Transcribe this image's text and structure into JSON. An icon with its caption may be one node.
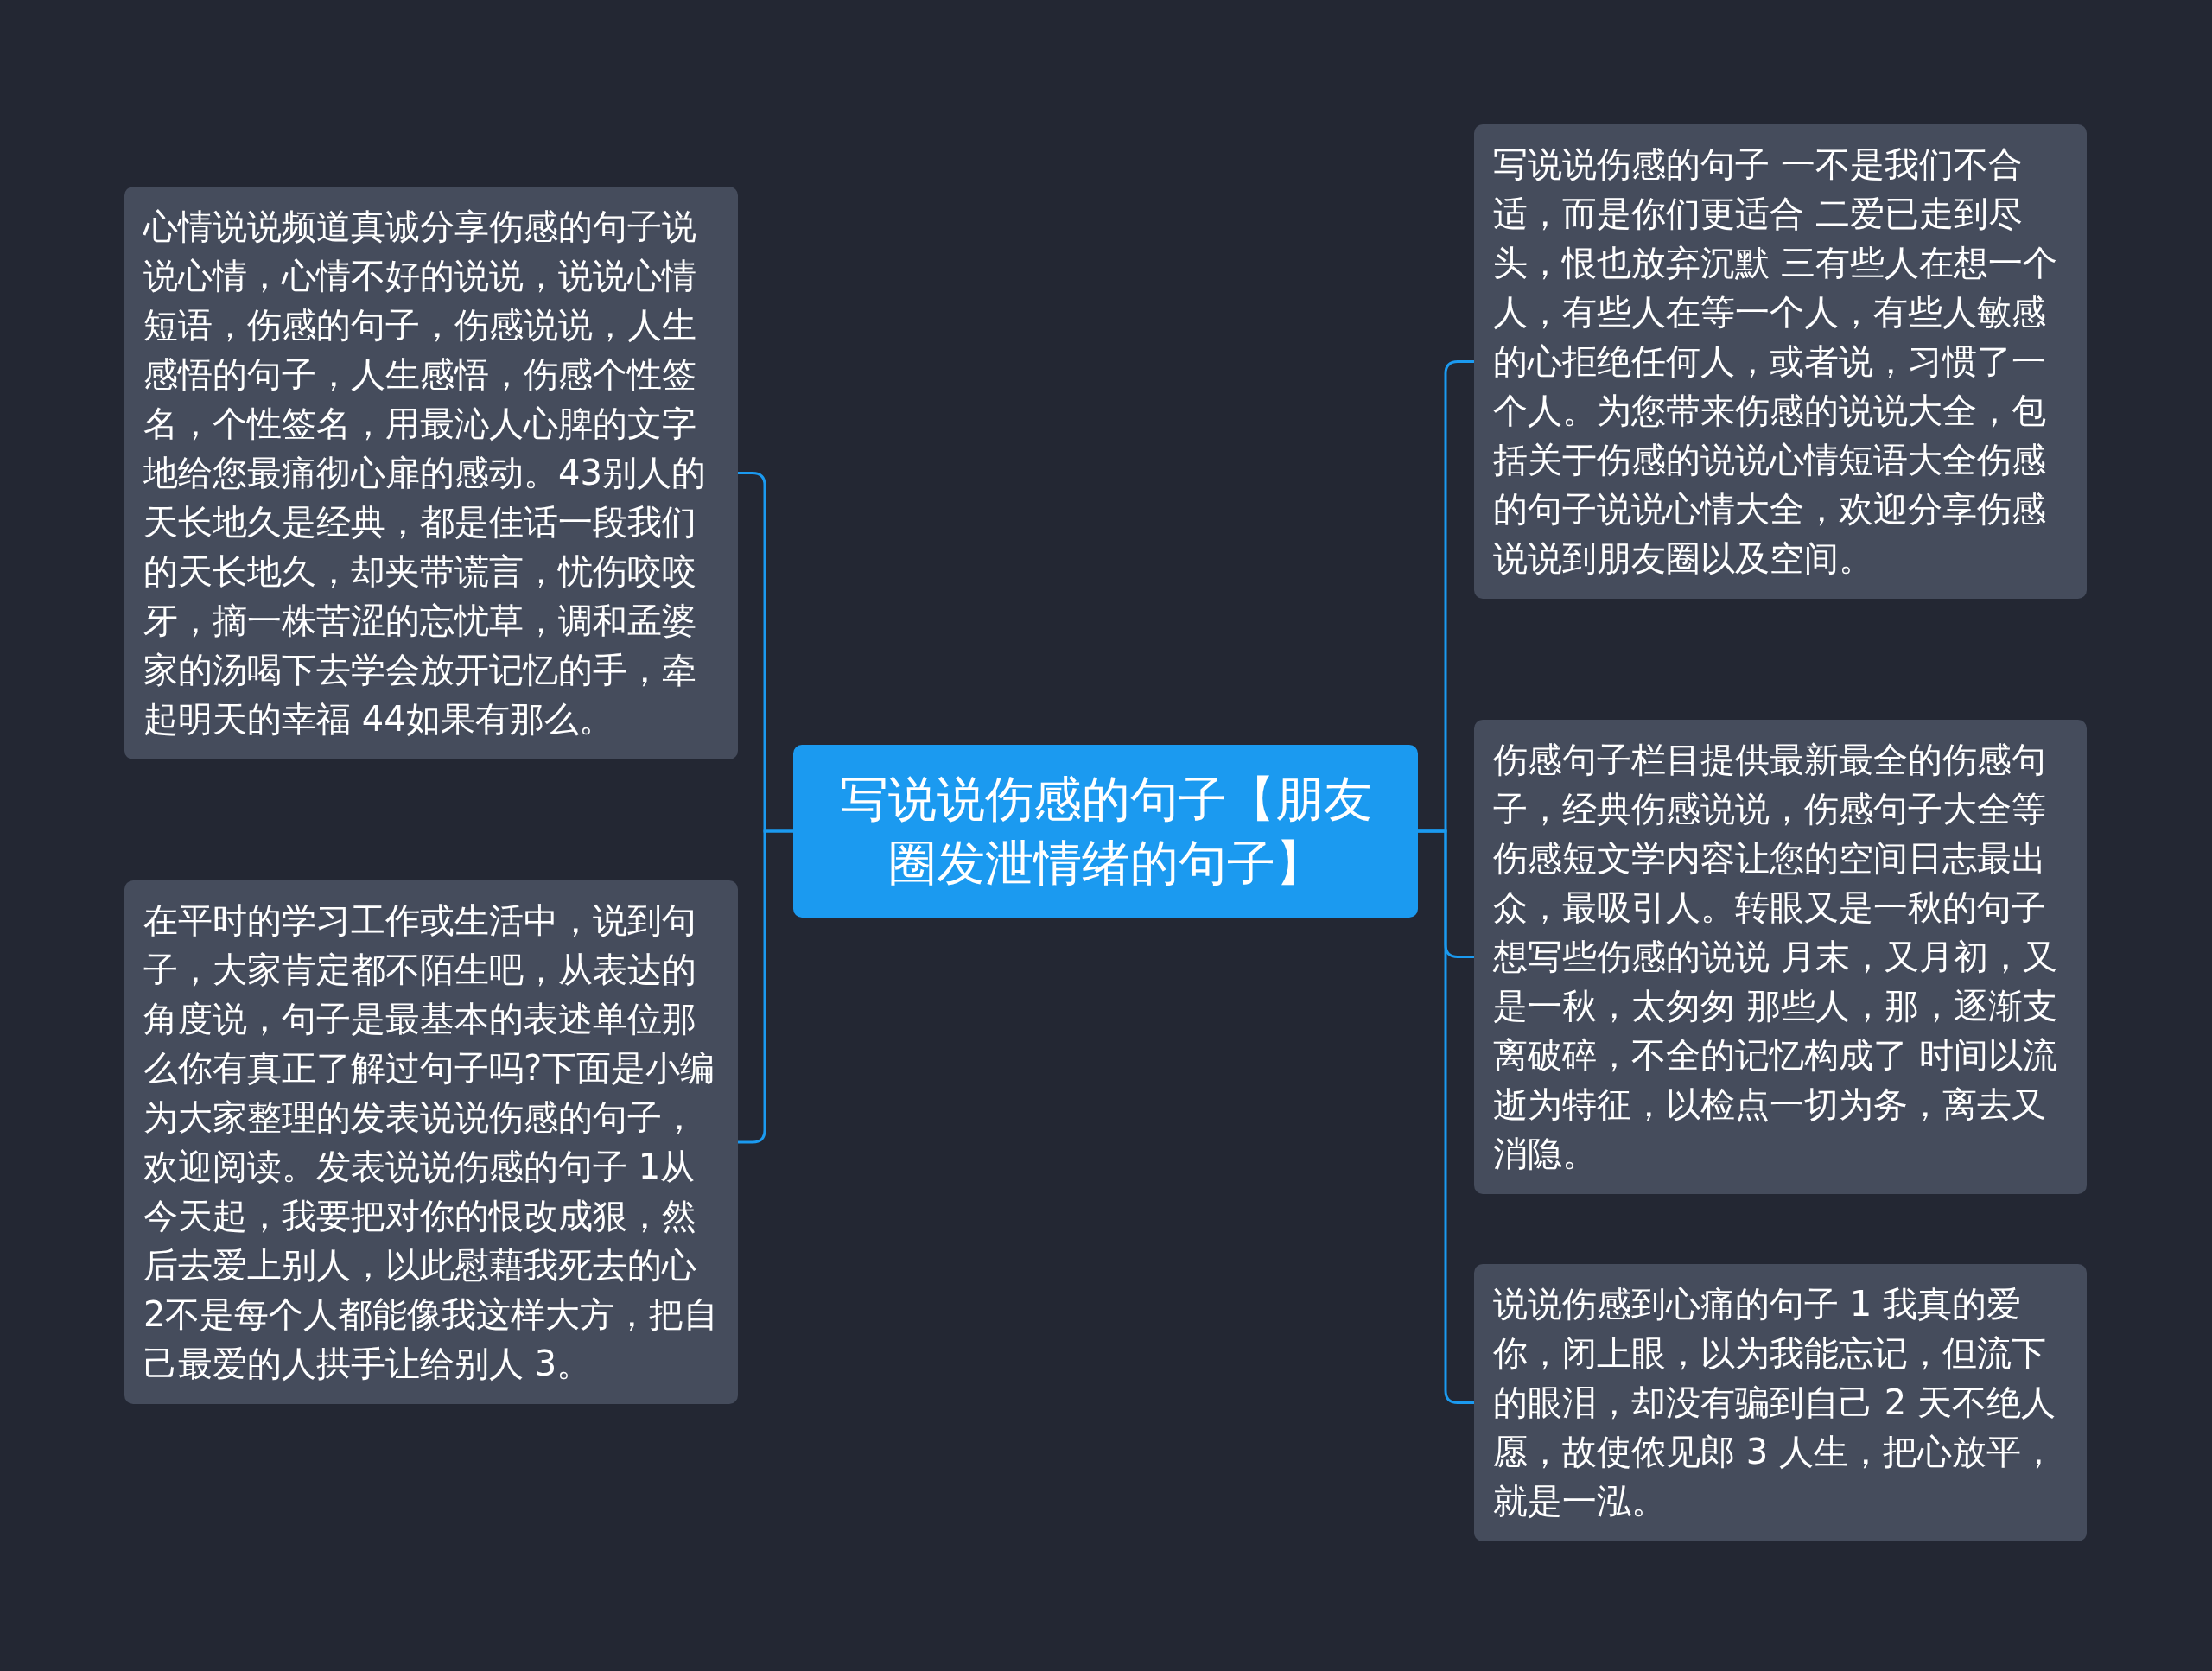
{
  "diagram": {
    "nodes": [
      {
        "text": [
          "写说说伤感的句子【朋友圈发泄情绪的句子】"
        ]
      },
      {
        "text": [
          "心情说说频道真诚分享伤感的句子说说心情，心情不好的说说，说说心情短语，伤感的句子，伤感说说，人生感悟的句子，人生感悟，伤感个性签名，个性签名，用最沁人心脾的文字地给您最痛彻心扉的感动。43别人的天长地久是经典，都是佳话一段我们的天长地久，却夹带谎言，忧伤咬咬牙，摘一株苦涩的忘忧草，调和孟婆家的汤喝下去学会放开记忆的手，牵起明天的幸福 44如果有那么。"
        ]
      },
      {
        "text": [
          "在平时的学习工作或生活中，说到句子，大家肯定都不陌生吧，从表达的角度说，句子是最基本的表述单位那么你有真正了解过句子吗?下面是小编为大家整理的发表说说伤感的句子，欢迎阅读。发表说说伤感的句子 1从今天起，我要把对你的恨改成狠，然后去爱上别人，以此慰藉我死去的心 2不是每个人都能像我这样大方，把自己最爱的人拱手让给别人 3。"
        ]
      },
      {
        "text": [
          "写说说伤感的句子 一不是我们不合适，而是你们更适合 二爱已走到尽头，恨也放弃沉默 三有些人在想一个人，有些人在等一个人，有些人敏感的心拒绝任何人，或者说，习惯了一个人。为您带来伤感的说说大全，包括关于伤感的说说心情短语大全伤感的句子说说心情大全，欢迎分享伤感说说到朋友圈以及空间。"
        ]
      },
      {
        "text": [
          "伤感句子栏目提供最新最全的伤感句子，经典伤感说说，伤感句子大全等伤感短文学内容让您的空间日志最出众，最吸引人。转眼又是一秋的句子想写些伤感的说说 月末，又月初，又是一秋，太匆匆 那些人，那，逐渐支离破碎，不全的记忆构成了 时间以流逝为特征，以检点一切为务，离去又消隐。"
        ]
      },
      {
        "text": [
          "说说伤感到心痛的句子 1 我真的爱你，闭上眼，以为我能忘记，但流下的眼泪，却没有骗到自己 2 天不绝人愿，故使侬见郎 3 人生，把心放平，就是一泓。"
        ]
      }
    ],
    "edges": [
      {
        "from": 0,
        "to": 1,
        "arrow": "none"
      },
      {
        "from": 0,
        "to": 2,
        "arrow": "none"
      },
      {
        "from": 0,
        "to": 3,
        "arrow": "none"
      },
      {
        "from": 0,
        "to": 4,
        "arrow": "none"
      },
      {
        "from": 0,
        "to": 5,
        "arrow": "none"
      }
    ]
  }
}
